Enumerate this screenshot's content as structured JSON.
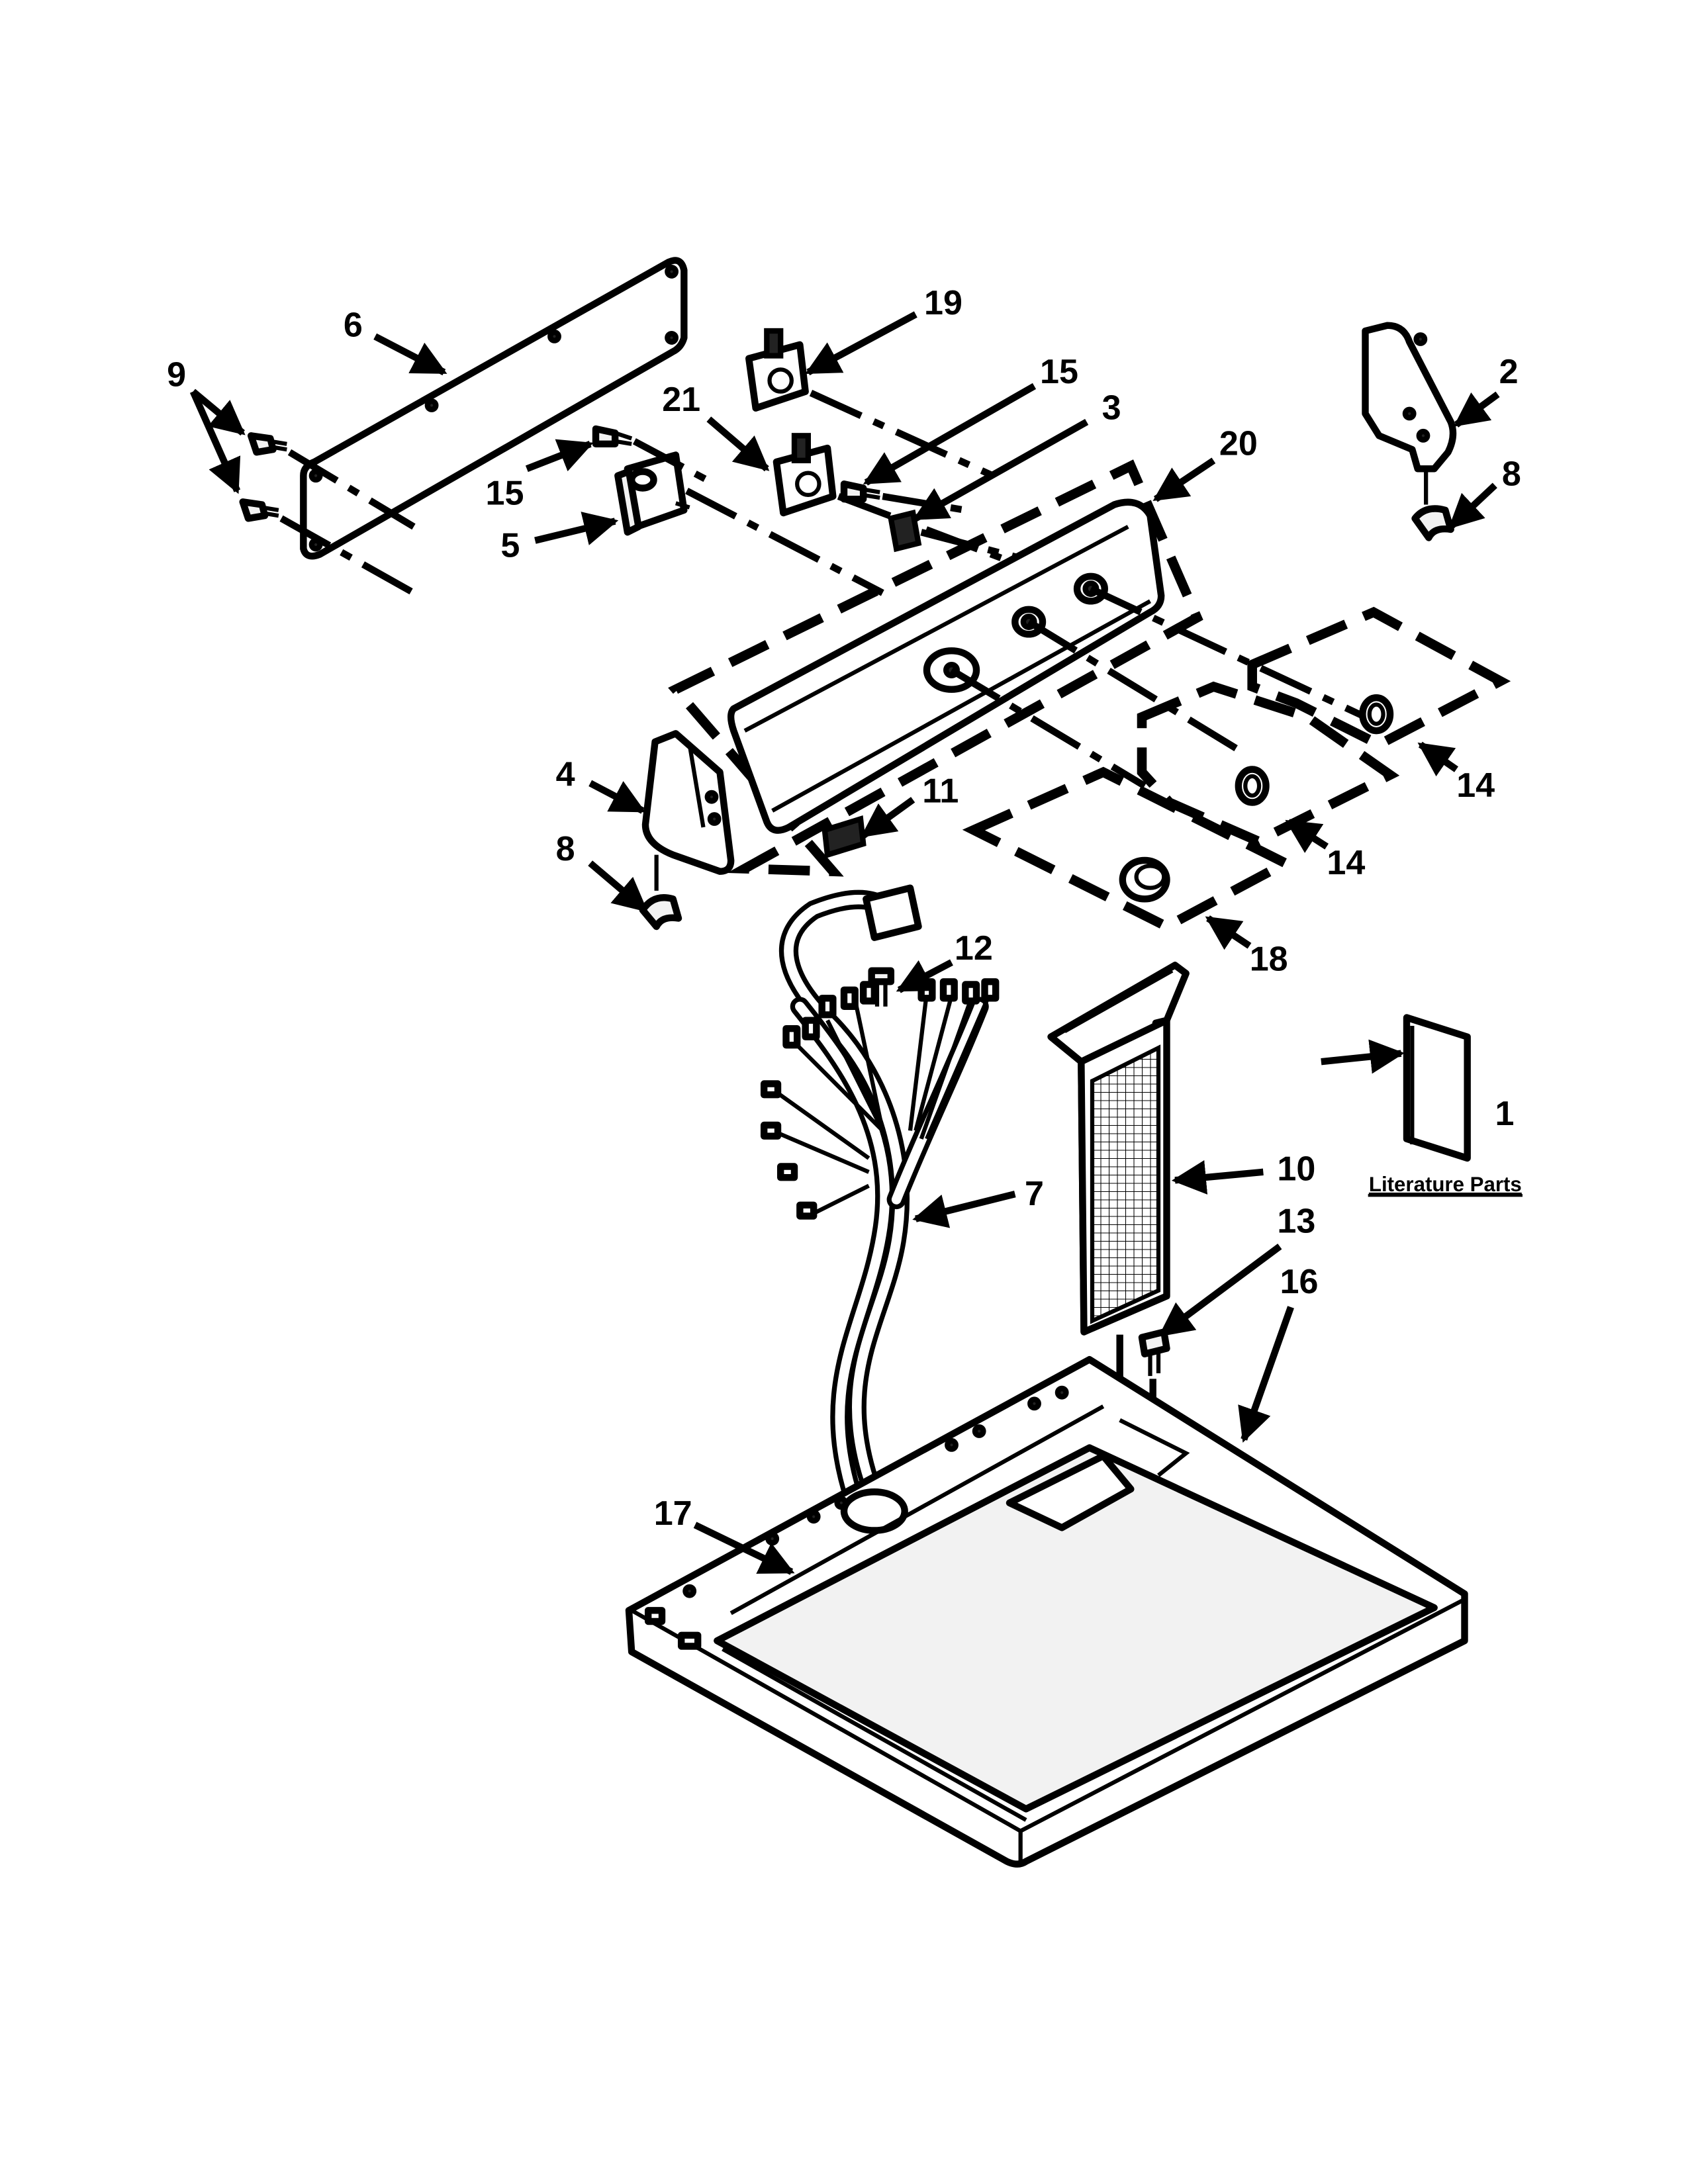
{
  "callouts": {
    "c1": "1",
    "c2": "2",
    "c3": "3",
    "c4": "4",
    "c5": "5",
    "c6": "6",
    "c7": "7",
    "c8a": "8",
    "c8b": "8",
    "c9": "9",
    "c10": "10",
    "c11": "11",
    "c12": "12",
    "c13": "13",
    "c14a": "14",
    "c14b": "14",
    "c15a": "15",
    "c15b": "15",
    "c16": "16",
    "c17": "17",
    "c18": "18",
    "c19": "19",
    "c20": "20",
    "c21": "21"
  },
  "literature_label": "Literature Parts"
}
